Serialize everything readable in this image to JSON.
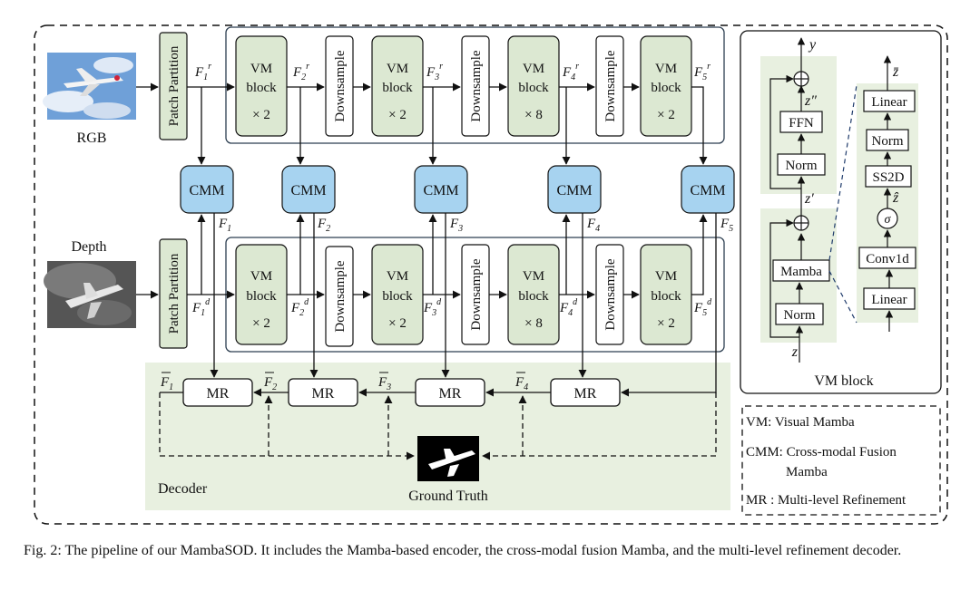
{
  "inputs": {
    "rgb_label": "RGB",
    "depth_label": "Depth"
  },
  "encoder": {
    "patch_partition": "Patch Partition",
    "vm_block_word1": "VM",
    "vm_block_word2": "block",
    "multipliers": [
      "× 2",
      "× 2",
      "× 8",
      "× 2"
    ],
    "downsample": "Downsample",
    "cmm": "CMM"
  },
  "decoder": {
    "label": "Decoder",
    "mr": "MR",
    "ground_truth": "Ground Truth"
  },
  "vm_detail": {
    "title": "VM block",
    "left_column": [
      "Norm",
      "Mamba",
      "Norm",
      "FFN"
    ],
    "right_column": [
      "Linear",
      "Conv1d",
      "σ",
      "SS2D",
      "Norm",
      "Linear"
    ],
    "labels": {
      "input": "z",
      "output": "y",
      "mid": "z′",
      "after": "z″",
      "hat": "ẑ",
      "bar": "z̄"
    }
  },
  "legend": [
    "VM: Visual Mamba",
    "CMM: Cross-modal Fusion",
    "Mamba",
    "MR : Multi-level Refinement"
  ],
  "caption": "Fig. 2: The pipeline of our MambaSOD. It includes the Mamba-based encoder, the cross-modal fusion Mamba, and the multi-level refinement decoder.",
  "colors": {
    "green_fill": "#dce8d2",
    "green_panel": "#e8f0e0",
    "cmm_fill": "#a7d3f0",
    "frame": "#2c3e50"
  }
}
